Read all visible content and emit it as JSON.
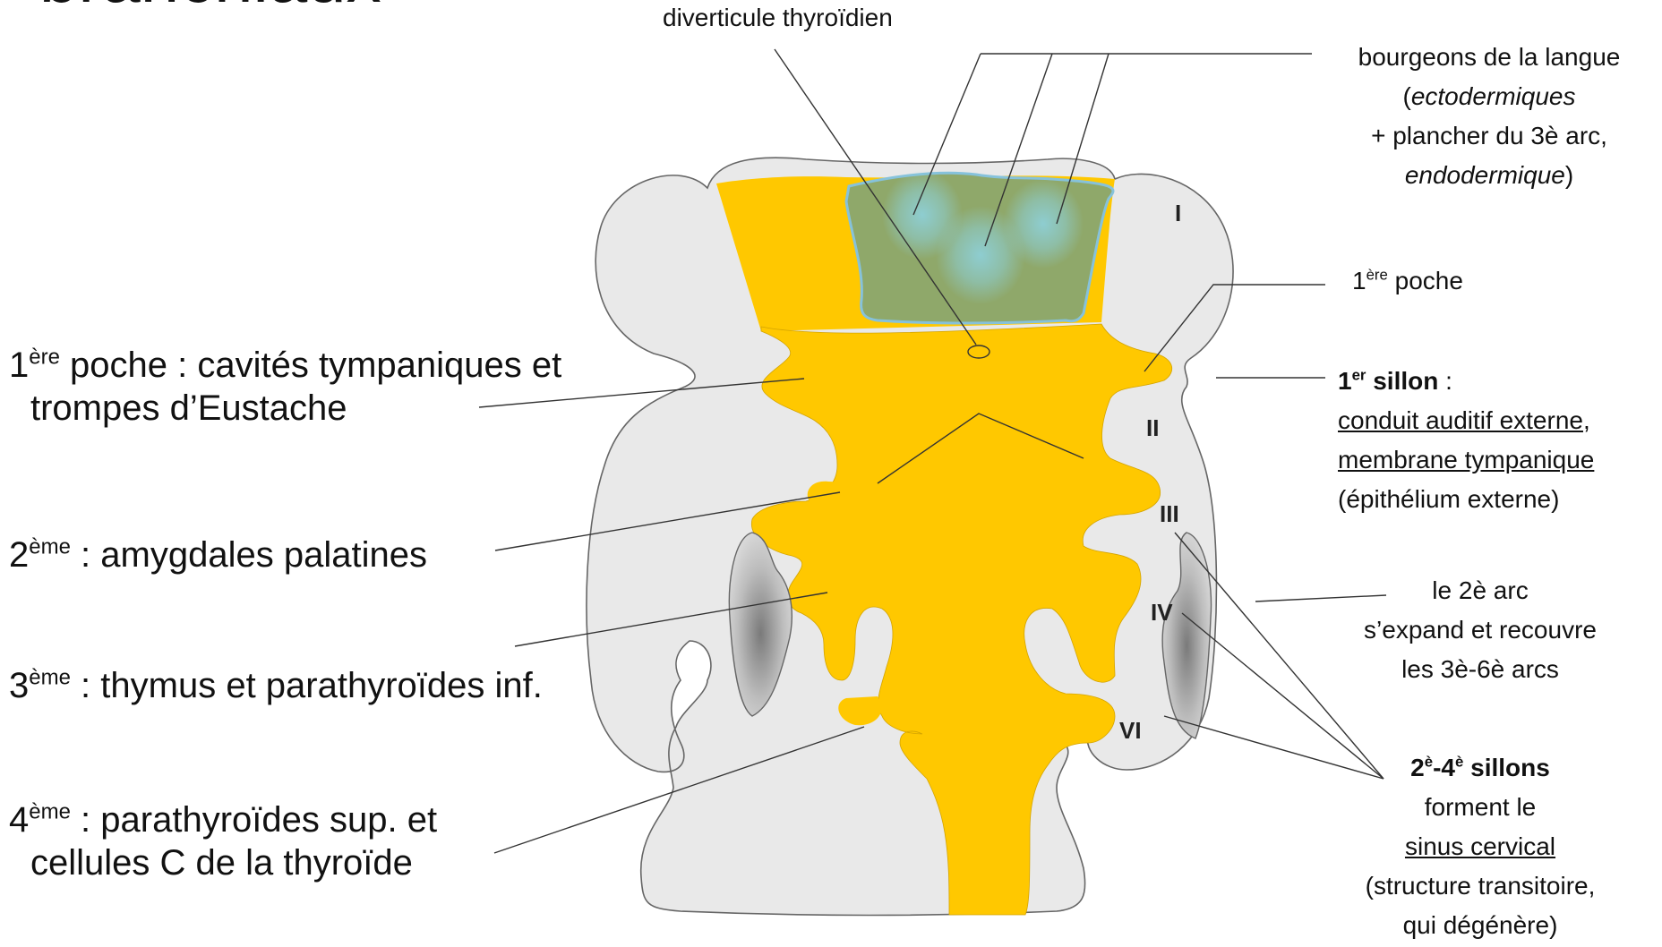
{
  "title": "branchiaux",
  "top_labels": {
    "thyroid": "diverticule thyroïdien",
    "tongue_main": "bourgeons de la langue",
    "tongue_l2_paren_open": "(",
    "tongue_l2_italic": "ectodermiques",
    "tongue_l3": "+ plancher du 3è arc,",
    "tongue_l4_italic": "endodermique",
    "tongue_l4_paren_close": ")"
  },
  "arcs": {
    "I": "I",
    "II": "II",
    "III": "III",
    "IV": "IV",
    "VI": "VI"
  },
  "left_labels": {
    "p1_num": "1",
    "p1_sup": "ère",
    "p1_text": " poche : cavités tympaniques et",
    "p1_text2": "trompes d’Eustache",
    "p2_num": "2",
    "p2_sup": "ème",
    "p2_text": " : amygdales palatines",
    "p3_num": "3",
    "p3_sup": "ème",
    "p3_text": " : thymus et parathyroïdes inf.",
    "p4_num": "4",
    "p4_sup": "ème",
    "p4_text": " : parathyroïdes sup. et",
    "p4_text2": "cellules C de la thyroïde"
  },
  "right_labels": {
    "poche_num": "1",
    "poche_sup": "ère",
    "poche_text": " poche",
    "sillon_num": "1",
    "sillon_sup": "er",
    "sillon_bold": " sillon",
    "sillon_colon": " :",
    "sillon_l2": "conduit auditif externe",
    "sillon_l2_comma": ",",
    "sillon_l3": "membrane tympanique",
    "sillon_l4": "(épithélium externe)",
    "arc2_l1": "le 2è arc",
    "arc2_l2": "s’expand et recouvre",
    "arc2_l3": "les 3è-6è arcs",
    "sillons_n1": "2",
    "sillons_s1": "è",
    "sillons_dash": "-4",
    "sillons_s2": "è",
    "sillons_bold": " sillons",
    "sillons_l2": "forment le",
    "sillons_l3": "sinus cervical",
    "sillons_l4": "(structure transitoire,",
    "sillons_l5": "qui dégénère)"
  },
  "colors": {
    "tissue": "#e9e9e9",
    "outline": "#666666",
    "endoderm": "#ffc800",
    "tongue": "#8fa86a",
    "tongue_spot": "#8ecfd6",
    "tongue_border": "#86c2db",
    "sinus_dark": "#8a8a8a",
    "line": "#333333"
  }
}
